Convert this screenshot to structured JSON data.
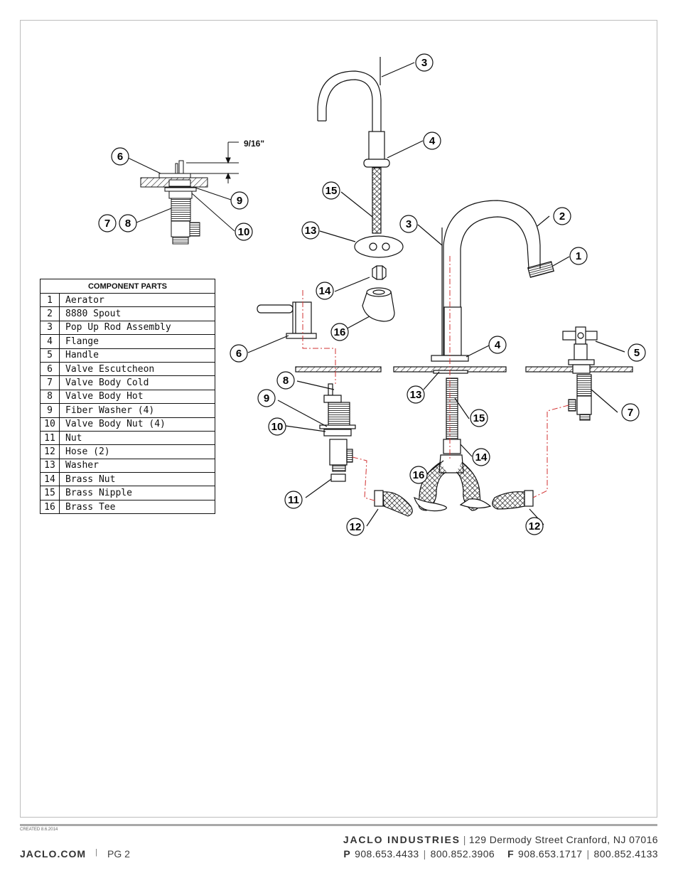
{
  "table": {
    "header": "COMPONENT PARTS",
    "rows": [
      {
        "num": "1",
        "name": "Aerator"
      },
      {
        "num": "2",
        "name": "8880 Spout"
      },
      {
        "num": "3",
        "name": "Pop Up Rod Assembly"
      },
      {
        "num": "4",
        "name": "Flange"
      },
      {
        "num": "5",
        "name": "Handle"
      },
      {
        "num": "6",
        "name": "Valve Escutcheon"
      },
      {
        "num": "7",
        "name": "Valve Body Cold"
      },
      {
        "num": "8",
        "name": "Valve Body Hot"
      },
      {
        "num": "9",
        "name": "Fiber Washer (4)"
      },
      {
        "num": "10",
        "name": "Valve Body Nut (4)"
      },
      {
        "num": "11",
        "name": "Nut"
      },
      {
        "num": "12",
        "name": "Hose (2)"
      },
      {
        "num": "13",
        "name": "Washer"
      },
      {
        "num": "14",
        "name": "Brass Nut"
      },
      {
        "num": "15",
        "name": "Brass Nipple"
      },
      {
        "num": "16",
        "name": "Brass Tee"
      }
    ]
  },
  "dimension_label": "9/16\"",
  "footer": {
    "created": "CREATED 8.6.2014",
    "company": "JACLO INDUSTRIES",
    "address": "129 Dermody Street   Cranford, NJ 07016",
    "phone_label": "P",
    "phone": "908.653.4433",
    "phone2": "800.852.3906",
    "fax_label": "F",
    "fax": "908.653.1717",
    "fax2": "800.852.4133",
    "website": "JACLO.COM",
    "page": "PG 2",
    "divider": "|"
  },
  "callouts": [
    "1",
    "2",
    "3",
    "4",
    "5",
    "6",
    "7",
    "8",
    "9",
    "10",
    "11",
    "12",
    "13",
    "14",
    "15",
    "16"
  ],
  "colors": {
    "centerline": "#d23030",
    "ink": "#111111",
    "frame": "#bdbdbd"
  }
}
